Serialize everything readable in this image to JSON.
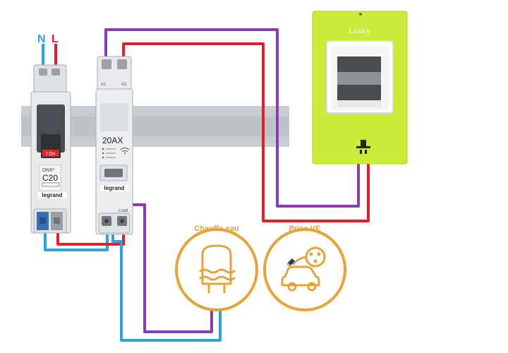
{
  "labels": {
    "neutral": "N",
    "live": "L",
    "breaker_model": "DNX³",
    "breaker_rating": "C20",
    "breaker_toggle": "I On",
    "brand": "legrand",
    "contactor_rating": "20AX",
    "terminal_a1": "A1",
    "terminal_a2": "A2",
    "terminal_load": "Load",
    "meter_brand": "Linky"
  },
  "loads": {
    "water_heater": "Chauffe-eau",
    "ev_socket": "Prise VE"
  },
  "colors": {
    "neutral_wire": "#2aa4e0",
    "live_wire": "#e0202a",
    "pilot_wire": "#8a3db0",
    "accent_orange": "#e8a23a",
    "meter_body": "#c9ec3a"
  }
}
